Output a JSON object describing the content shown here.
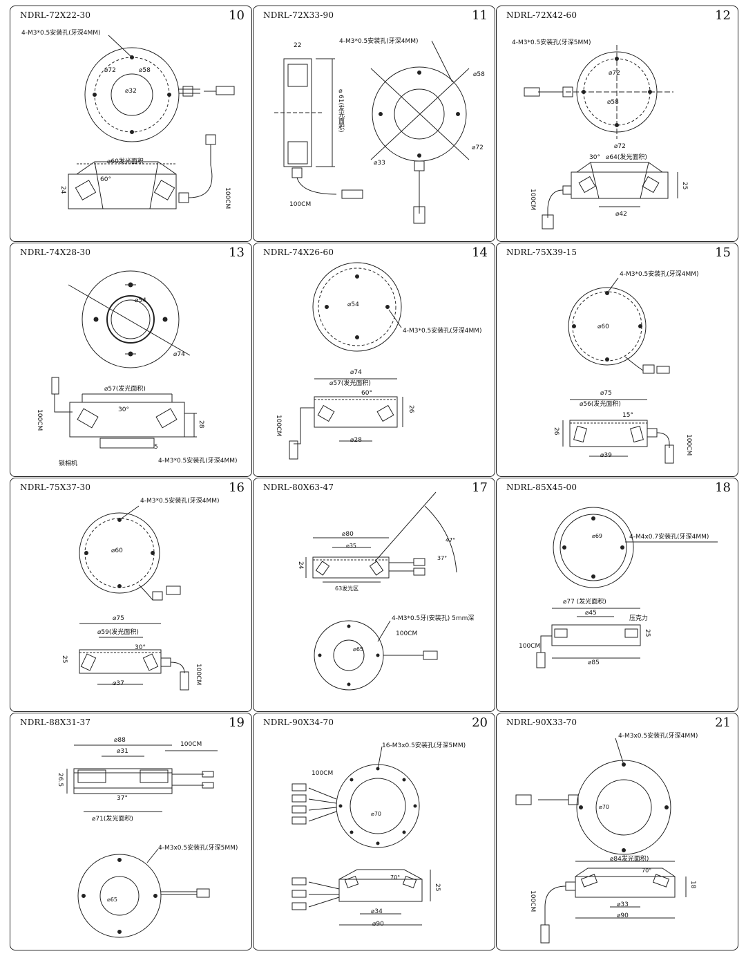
{
  "panels": [
    {
      "number": "10",
      "title": "NDRL-72X22-30",
      "labels": {
        "hole": "4-M3*0.5安装孔(牙深4MM)",
        "d72": "⌀72",
        "d58": "⌀58",
        "d32": "⌀32",
        "area": "⌀60发光面积",
        "angle": "60°",
        "h": "24",
        "cable": "100CM"
      }
    },
    {
      "number": "11",
      "title": "NDRL-72X33-90",
      "labels": {
        "w": "22",
        "area": "⌀61(发光面积)",
        "hole": "4-M3*0.5安装孔(牙深4MM)",
        "d58": "⌀58",
        "d72": "⌀72",
        "d33": "⌀33",
        "cable": "100CM"
      }
    },
    {
      "number": "12",
      "title": "NDRL-72X42-60",
      "labels": {
        "hole": "4-M3*0.5安装孔(牙深5MM)",
        "d72": "⌀72",
        "d58": "⌀58",
        "d72b": "⌀72",
        "angle": "30°",
        "area": "⌀64(发光面积)",
        "h": "25",
        "d42": "⌀42",
        "cable": "100CM"
      }
    },
    {
      "number": "13",
      "title": "NDRL-74X28-30",
      "labels": {
        "d54": "⌀54",
        "d74": "⌀74",
        "area": "⌀57(发光面积)",
        "angle": "30°",
        "h": "28",
        "h2": "5",
        "cable": "100CM",
        "lock": "锁相机",
        "hole": "4-M3*0.5安装孔(牙深4MM)"
      }
    },
    {
      "number": "14",
      "title": "NDRL-74X26-60",
      "labels": {
        "d54": "⌀54",
        "hole": "4-M3*0.5安装孔(牙深4MM)",
        "d74": "⌀74",
        "area": "⌀57(发光面积)",
        "angle": "60°",
        "h": "26",
        "d28": "⌀28",
        "cable": "100CM"
      }
    },
    {
      "number": "15",
      "title": "NDRL-75X39-15",
      "labels": {
        "hole": "4-M3*0.5安装孔(牙深4MM)",
        "d60": "⌀60",
        "d75": "⌀75",
        "area": "⌀56(发光面积)",
        "angle": "15°",
        "h": "26",
        "d39": "⌀39",
        "cable": "100CM"
      }
    },
    {
      "number": "16",
      "title": "NDRL-75X37-30",
      "labels": {
        "hole": "4-M3*0.5安装孔(牙深4MM)",
        "d60": "⌀60",
        "d75": "⌀75",
        "area": "⌀59(发光面积)",
        "angle": "30°",
        "h": "25",
        "d37": "⌀37",
        "cable": "100CM"
      }
    },
    {
      "number": "17",
      "title": "NDRL-80X63-47",
      "labels": {
        "d80": "⌀80",
        "d35": "⌀35",
        "h": "24",
        "zone": "63发光区",
        "a47": "47°",
        "a37": "37°",
        "hole": "4-M3*0.5牙(安装孔) 5mm深",
        "cable": "100CM",
        "d65": "⌀65"
      }
    },
    {
      "number": "18",
      "title": "NDRL-85X45-00",
      "labels": {
        "d69": "⌀69",
        "hole": "4-M4x0.7安装孔(牙深4MM)",
        "area": "⌀77 (发光面积)",
        "d45": "⌀45",
        "acrylic": "压克力",
        "h": "25",
        "cable": "100CM",
        "d85": "⌀85"
      }
    },
    {
      "number": "19",
      "title": "NDRL-88X31-37",
      "labels": {
        "d88": "⌀88",
        "d31": "⌀31",
        "cable": "100CM",
        "h": "26.5",
        "angle": "37°",
        "area": "⌀71(发光面积)",
        "hole": "4-M3x0.5安装孔(牙深5MM)",
        "d65": "⌀65"
      }
    },
    {
      "number": "20",
      "title": "NDRL-90X34-70",
      "labels": {
        "hole": "16-M3x0.5安装孔(牙深5MM)",
        "cable": "100CM",
        "d70": "⌀70",
        "angle": "70°",
        "h": "25",
        "d34": "⌀34",
        "d90": "⌀90"
      }
    },
    {
      "number": "21",
      "title": "NDRL-90X33-70",
      "labels": {
        "hole": "4-M3x0.5安装孔(牙深4MM)",
        "d70": "⌀70",
        "area": "⌀84发光面积)",
        "angle": "70°",
        "h": "18",
        "d33": "⌀33",
        "d90": "⌀90",
        "cable": "100CM"
      }
    }
  ]
}
